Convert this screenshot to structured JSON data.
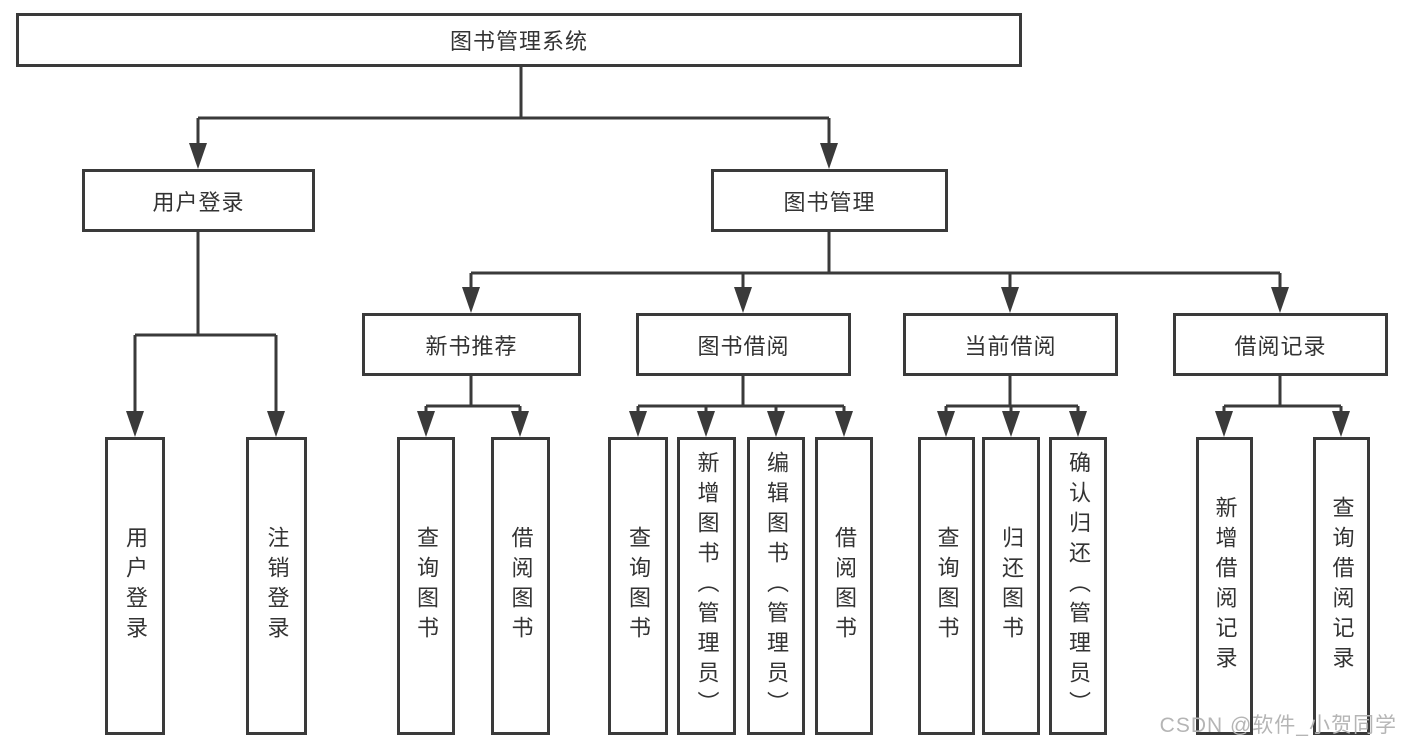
{
  "diagram": {
    "type": "hierarchy-chart",
    "title": "图书管理系统",
    "watermark": "CSDN @软件_小贺同学",
    "colors": {
      "line": "#3a3a3a",
      "text": "#333333",
      "background": "#ffffff",
      "watermark": "#b5b5b5"
    },
    "nodes": {
      "root": {
        "label": "图书管理系统"
      },
      "user_login": {
        "label": "用户登录"
      },
      "book_mgmt": {
        "label": "图书管理"
      },
      "new_rec": {
        "label": "新书推荐"
      },
      "book_borrow": {
        "label": "图书借阅"
      },
      "current_borrow": {
        "label": "当前借阅"
      },
      "borrow_records": {
        "label": "借阅记录"
      },
      "v_user_login": {
        "label": "用户登录"
      },
      "v_logout": {
        "label": "注销登录"
      },
      "v_query_book_1": {
        "label": "查询图书"
      },
      "v_borrow_book_1": {
        "label": "借阅图书"
      },
      "v_query_book_2": {
        "label": "查询图书"
      },
      "v_add_book": {
        "label": "新增图书（管理员）"
      },
      "v_edit_book": {
        "label": "编辑图书（管理员）"
      },
      "v_borrow_book_2": {
        "label": "借阅图书"
      },
      "v_query_book_3": {
        "label": "查询图书"
      },
      "v_return_book": {
        "label": "归还图书"
      },
      "v_confirm_return": {
        "label": "确认归还（管理员）"
      },
      "v_add_record": {
        "label": "新增借阅记录"
      },
      "v_query_record": {
        "label": "查询借阅记录"
      }
    },
    "edges": [
      {
        "from": "图书管理系统",
        "to": [
          "用户登录",
          "图书管理"
        ]
      },
      {
        "from": "用户登录",
        "to": [
          "用户登录",
          "注销登录"
        ]
      },
      {
        "from": "图书管理",
        "to": [
          "新书推荐",
          "图书借阅",
          "当前借阅",
          "借阅记录"
        ]
      },
      {
        "from": "新书推荐",
        "to": [
          "查询图书",
          "借阅图书"
        ]
      },
      {
        "from": "图书借阅",
        "to": [
          "查询图书",
          "新增图书（管理员）",
          "编辑图书（管理员）",
          "借阅图书"
        ]
      },
      {
        "from": "当前借阅",
        "to": [
          "查询图书",
          "归还图书",
          "确认归还（管理员）"
        ]
      },
      {
        "from": "借阅记录",
        "to": [
          "新增借阅记录",
          "查询借阅记录"
        ]
      }
    ]
  }
}
